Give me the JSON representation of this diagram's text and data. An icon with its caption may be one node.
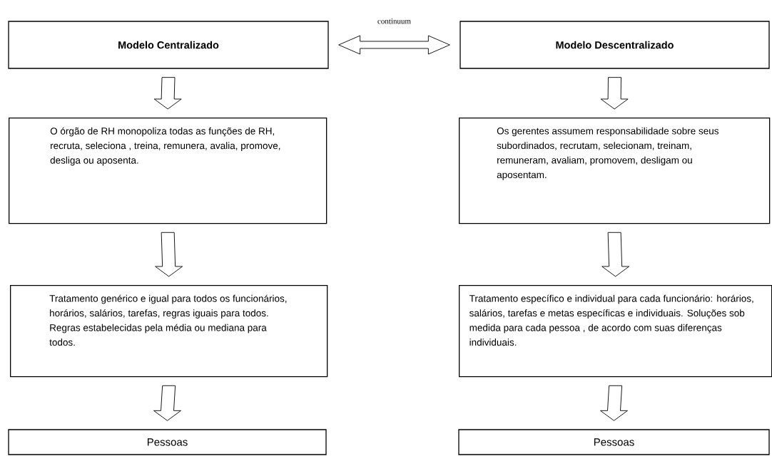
{
  "diagram": {
    "nodes": [
      {
        "text": [
          "Modelo Centralizado"
        ]
      },
      {
        "text": [
          "Modelo Descentralizado"
        ]
      },
      {
        "text": [
          "O órgão de RH monopoliza todas as funções de RH, recruta, seleciona , treina, remunera, avalia, promove, desliga ou aposenta."
        ]
      },
      {
        "text": [
          "Os gerentes assumem responsabilidade sobre seus subordinados, recrutam, selecionam, treinam, remuneram, avaliam, promovem, desligam ou aposentam."
        ]
      },
      {
        "text": [
          "Tratamento genérico e igual para todos os funcionários, horários, salários, tarefas, regras iguais para todos. Regras estabelecidas pela média ou mediana para todos."
        ]
      },
      {
        "text": [
          "Tratamento específico e individual para cada funcionário: horários, salários, tarefas e metas específicas e individuais. Soluções sob medida para cada pessoa , de acordo com suas diferenças individuais."
        ]
      },
      {
        "text": [
          "Pessoas"
        ]
      },
      {
        "text": [
          "Pessoas"
        ]
      }
    ],
    "edges": [
      {
        "from": 0,
        "to": 1,
        "arrow": "both",
        "label": "continuum"
      },
      {
        "from": 0,
        "to": 2,
        "arrow": "to"
      },
      {
        "from": 2,
        "to": 4,
        "arrow": "to"
      },
      {
        "from": 4,
        "to": 6,
        "arrow": "to"
      },
      {
        "from": 1,
        "to": 3,
        "arrow": "to"
      },
      {
        "from": 3,
        "to": 5,
        "arrow": "to"
      },
      {
        "from": 5,
        "to": 7,
        "arrow": "to"
      }
    ]
  }
}
